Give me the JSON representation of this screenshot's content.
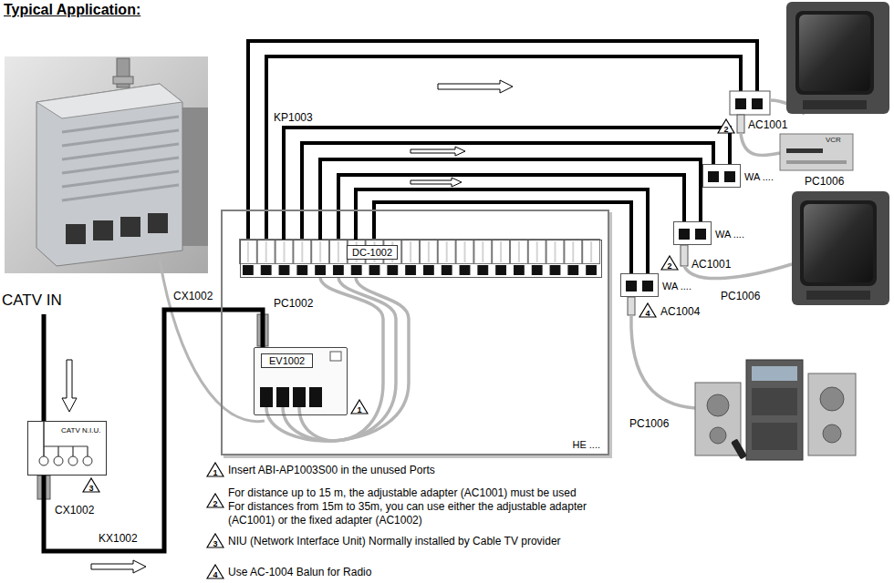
{
  "diagram": {
    "title": "Typical Application:",
    "nodes": [
      {
        "text": [
          "HE ...."
        ]
      },
      {
        "text": [
          "DC-1002"
        ],
        "in": 0
      },
      {
        "text": [
          "EV1002"
        ],
        "in": 0
      },
      {
        "text": [
          "CATV N.I.U."
        ]
      },
      {
        "text": [
          "WA ...."
        ]
      },
      {
        "text": [
          "WA ...."
        ]
      },
      {
        "text": [
          "WA ...."
        ]
      }
    ],
    "edges": [
      {
        "from": 1,
        "to": 4,
        "arrow": "none"
      },
      {
        "from": 1,
        "to": 5,
        "arrow": "none"
      },
      {
        "from": 1,
        "to": 6,
        "arrow": "none"
      },
      {
        "from": 3,
        "to": 2,
        "arrow": "none"
      }
    ],
    "labels": [
      "CATV IN",
      "CX1002",
      "PC1002",
      "KP1003",
      "1",
      "2",
      "AC1001",
      "PC1006",
      "VCR",
      "2",
      "AC1001",
      "PC1006",
      "4",
      "AC1004",
      "PC1006",
      "3",
      "CX1002",
      "KX1002",
      "1",
      "Insert ABI-AP1003S00 in the unused Ports",
      "2",
      "For distance up to 15 m, the adjustable adapter (AC1001) must be used",
      "For distances from 15m to 35m, you can use either the adjustable adapter (AC1001) or the fixed adapter (AC1002)",
      "3",
      "NIU (Network Interface Unit) Normally installed by Cable TV provider",
      "4",
      "Use AC-1004 Balun for Radio"
    ]
  }
}
